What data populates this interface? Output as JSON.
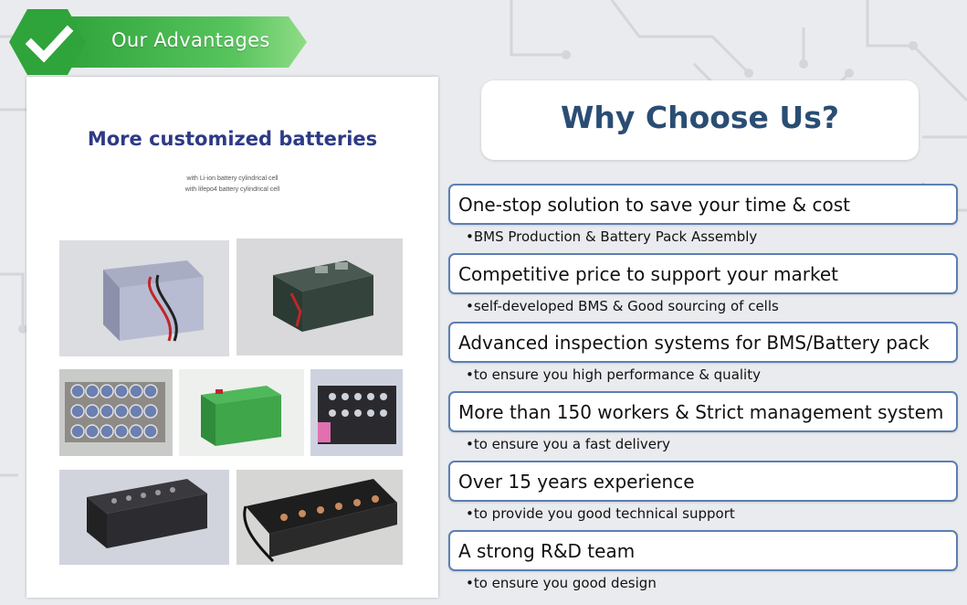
{
  "badge": {
    "title": "Our Advantages",
    "icon": "check-icon",
    "color": "#3fb24a"
  },
  "catalog": {
    "title": "More customized batteries",
    "subtitles": [
      "with Li-ion battery cylindrical cell",
      "with lifepo4 battery cylindrical cell"
    ],
    "title_color": "#2e3a86"
  },
  "why": {
    "title": "Why Choose Us?",
    "color": "#2a4d73"
  },
  "advantages": [
    {
      "heading": "One-stop solution to save your time & cost",
      "detail": "•BMS Production & Battery Pack Assembly"
    },
    {
      "heading": "Competitive price to support your market",
      "detail": "•self-developed BMS & Good sourcing of cells"
    },
    {
      "heading": "Advanced inspection systems for BMS/Battery pack",
      "detail": "•to ensure you high performance & quality"
    },
    {
      "heading": "More than 150 workers & Strict management system",
      "detail": "•to ensure you a fast delivery"
    },
    {
      "heading": "Over 15 years experience",
      "detail": "•to provide you good technical support"
    },
    {
      "heading": "A strong R&D team",
      "detail": "•to ensure you good design"
    }
  ],
  "border_color": "#5b7fb3"
}
